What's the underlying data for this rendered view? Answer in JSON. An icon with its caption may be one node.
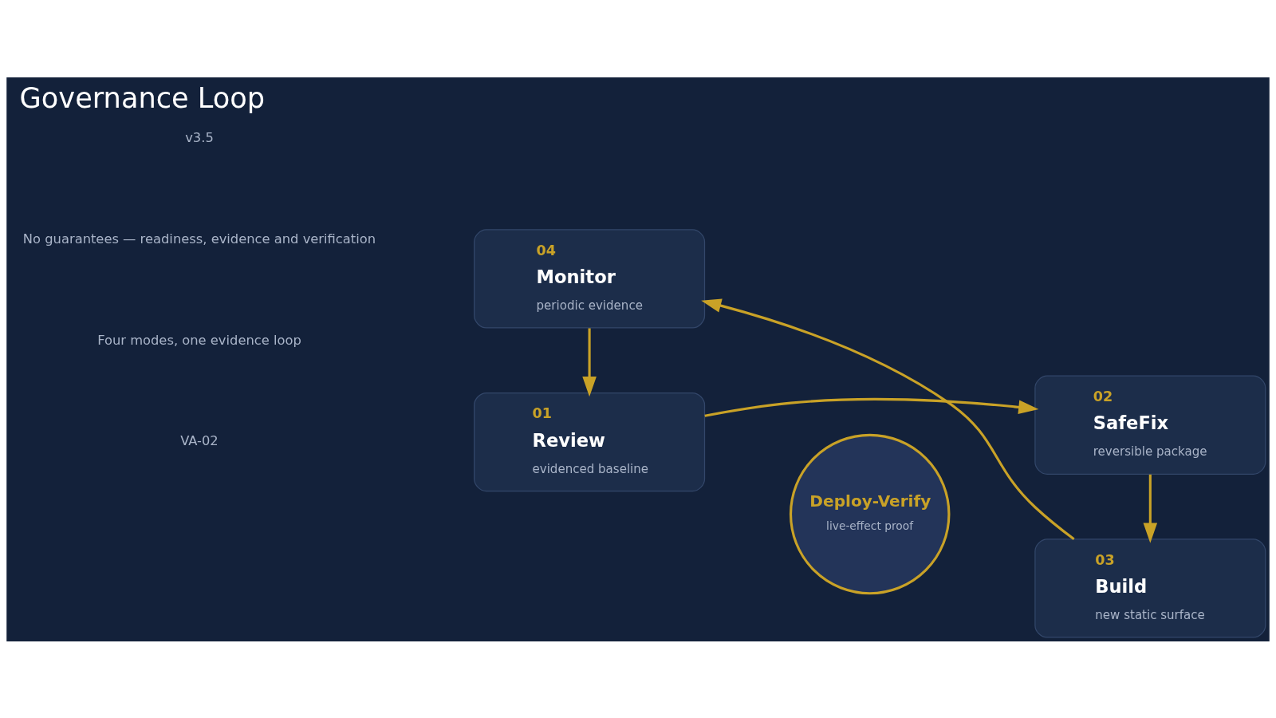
{
  "diagram": {
    "title": "Governance Loop",
    "nodes": [
      {
        "text": [
          "01",
          "Review",
          "evidenced baseline"
        ]
      },
      {
        "text": [
          "02",
          "SafeFix",
          "reversible package"
        ]
      },
      {
        "text": [
          "03",
          "Build",
          "new static surface"
        ]
      },
      {
        "text": [
          "04",
          "Monitor",
          "periodic evidence"
        ]
      },
      {
        "text": [
          "Deploy-Verify",
          "live-effect proof"
        ]
      }
    ],
    "edges": [
      {
        "from": 0,
        "to": 1,
        "arrow": "to"
      },
      {
        "from": 1,
        "to": 2,
        "arrow": "to"
      },
      {
        "from": 2,
        "to": 3,
        "arrow": "to"
      },
      {
        "from": 3,
        "to": 0,
        "arrow": "to"
      }
    ],
    "labels": [
      "VA-02",
      "Four modes, one evidence loop",
      "No guarantees — readiness, evidence and verification",
      "v3.5"
    ]
  }
}
